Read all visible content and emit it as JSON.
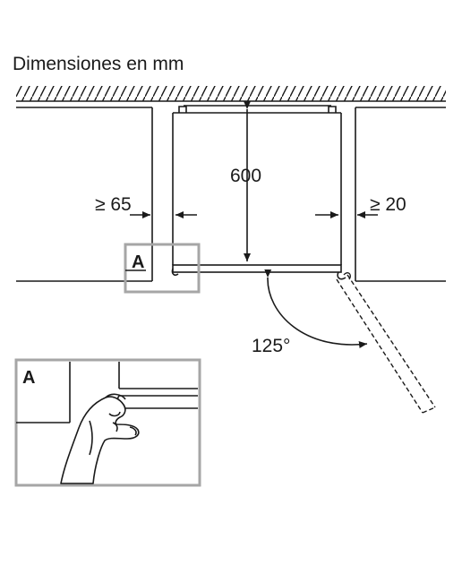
{
  "title": "Dimensiones en mm",
  "dimensions": {
    "depth": "600",
    "left_clearance": "≥ 65",
    "right_clearance": "≥ 20",
    "door_angle": "125°"
  },
  "detail_marker": "A",
  "detail_label": "A",
  "colors": {
    "line": "#1a1a1a",
    "detail_frame": "#a6a6a6",
    "background": "#ffffff"
  }
}
